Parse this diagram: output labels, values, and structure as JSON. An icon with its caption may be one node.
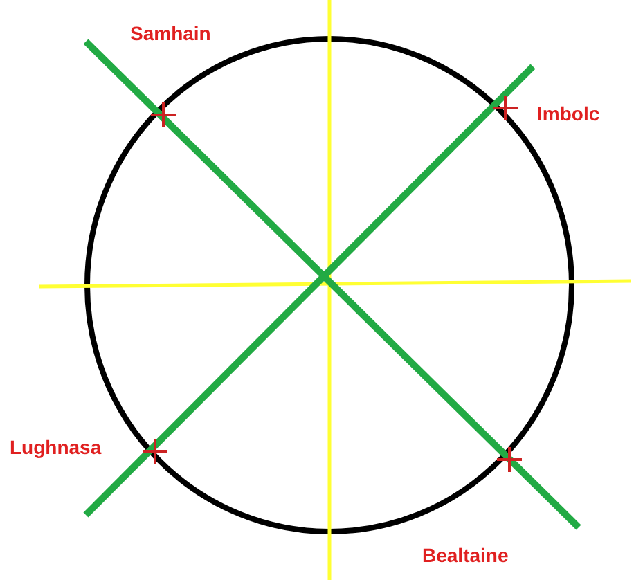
{
  "diagram": {
    "labels": [
      "Samhain",
      "Imbolc",
      "Lughnasa",
      "Bealtaine"
    ]
  }
}
